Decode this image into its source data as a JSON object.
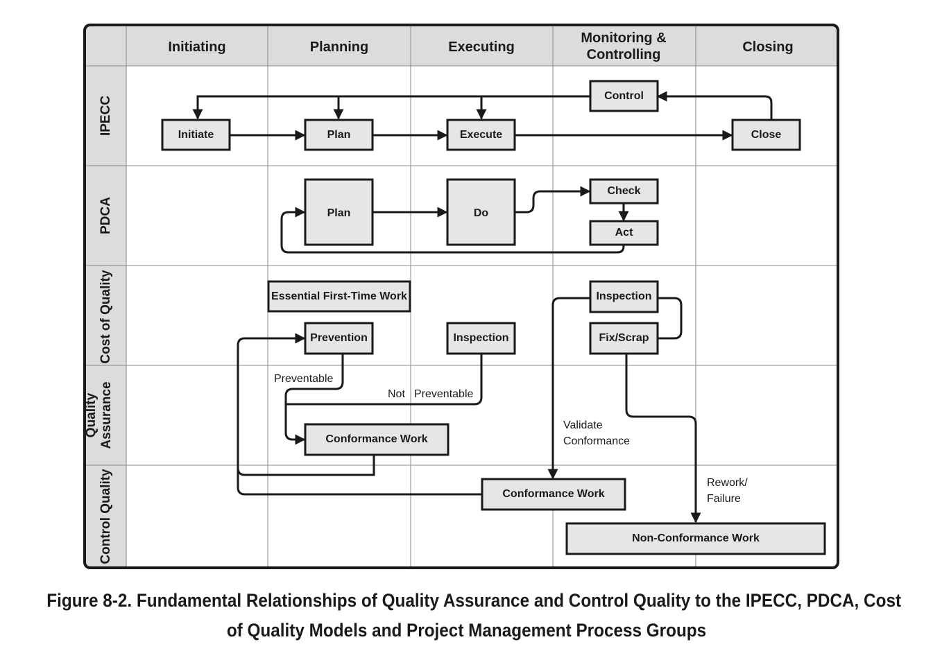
{
  "columns": [
    "Initiating",
    "Planning",
    "Executing",
    "Monitoring &\nControlling",
    "Closing"
  ],
  "rows": [
    "IPECC",
    "PDCA",
    "Cost of Quality",
    "Quality\nAssurance",
    "Control Quality"
  ],
  "boxes": {
    "ipecc_control": "Control",
    "ipecc_initiate": "Initiate",
    "ipecc_plan": "Plan",
    "ipecc_execute": "Execute",
    "ipecc_close": "Close",
    "pdca_plan": "Plan",
    "pdca_do": "Do",
    "pdca_check": "Check",
    "pdca_act": "Act",
    "coq_essential": "Essential First-Time Work",
    "coq_prevention": "Prevention",
    "coq_inspection_exec": "Inspection",
    "coq_inspection_mc": "Inspection",
    "coq_fixscrap": "Fix/Scrap",
    "qa_conformance": "Conformance Work",
    "cq_conformance": "Conformance Work",
    "cq_nonconformance": "Non-Conformance Work"
  },
  "labels": {
    "preventable": "Preventable",
    "not": "Not",
    "not_preventable": "Preventable",
    "validate": "Validate",
    "conformance": "Conformance",
    "rework": "Rework/",
    "failure": "Failure"
  },
  "caption": {
    "line1": "Figure 8-2. Fundamental Relationships of Quality Assurance and Control Quality to the IPECC, PDCA, Cost",
    "line2": "of Quality Models and Project Management Process Groups"
  }
}
